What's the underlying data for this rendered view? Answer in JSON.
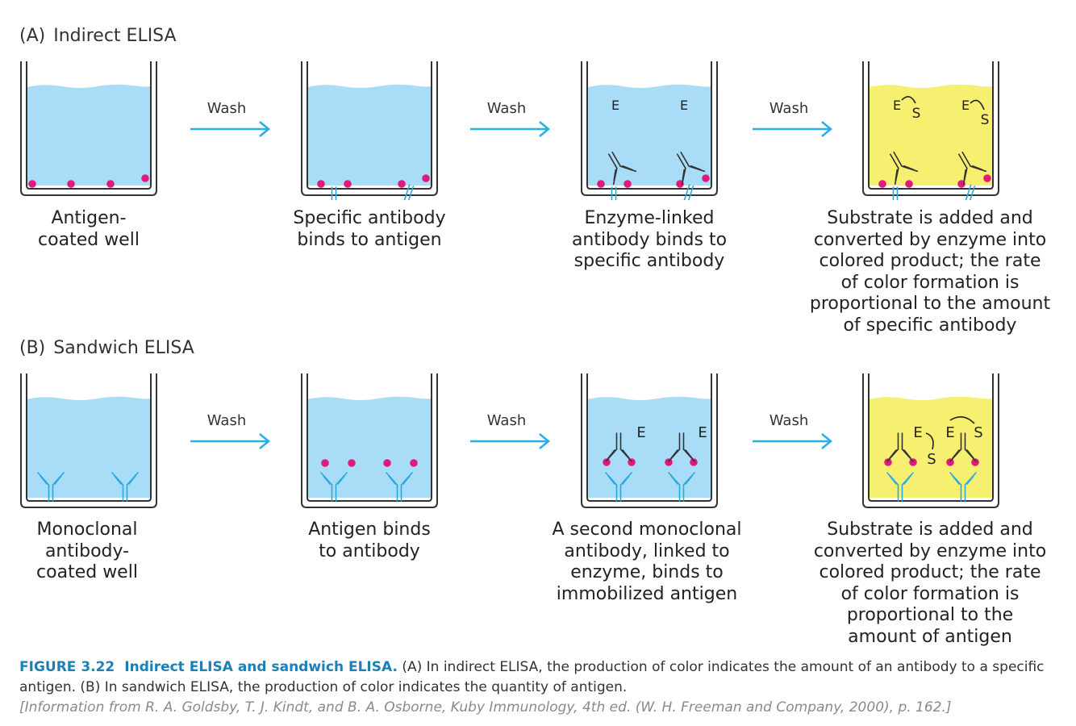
{
  "panel_a": {
    "letter": "(A)",
    "title": "Indirect ELISA",
    "wash_labels": [
      "Wash",
      "Wash",
      "Wash"
    ],
    "captions": [
      [
        "Antigen-",
        "coated well"
      ],
      [
        "Specific antibody",
        "binds to antigen"
      ],
      [
        "Enzyme-linked",
        "antibody binds to",
        "specific antibody"
      ],
      [
        "Substrate is added and",
        "converted by enzyme into",
        "colored product; the rate",
        "of color formation is",
        "proportional to the amount",
        "of specific antibody"
      ]
    ]
  },
  "panel_b": {
    "letter": "(B)",
    "title": "Sandwich ELISA",
    "wash_labels": [
      "Wash",
      "Wash",
      "Wash"
    ],
    "captions": [
      [
        "Monoclonal",
        "antibody-",
        "coated well"
      ],
      [
        "Antigen binds",
        "to antibody"
      ],
      [
        "A second monoclonal",
        "antibody, linked to",
        "enzyme, binds to",
        "immobilized antigen"
      ],
      [
        "Substrate is added and",
        "converted by enzyme into",
        "colored product; the rate",
        "of color formation is",
        "proportional to the",
        "amount of antigen"
      ]
    ]
  },
  "glyphs": {
    "enzyme": "E",
    "substrate": "S"
  },
  "colors": {
    "liquid": "#a9dcf6",
    "product": "#f7ef6f",
    "antigen": "#e0197d",
    "antibody": "#2aa9de",
    "arrow": "#29aee6",
    "figure_label": "#1c7fb6"
  },
  "figure": {
    "number": "FIGURE 3.22",
    "title": "Indirect ELISA and sandwich ELISA.",
    "text": "(A) In indirect ELISA, the production of color indicates the amount of an antibody to a specific antigen. (B) In sandwich ELISA, the production of color indicates the quantity of antigen.",
    "credit": "[Information from R. A. Goldsby, T. J. Kindt, and B. A. Osborne, Kuby Immunology, 4th ed. (W. H. Freeman and Company, 2000), p. 162.]"
  }
}
